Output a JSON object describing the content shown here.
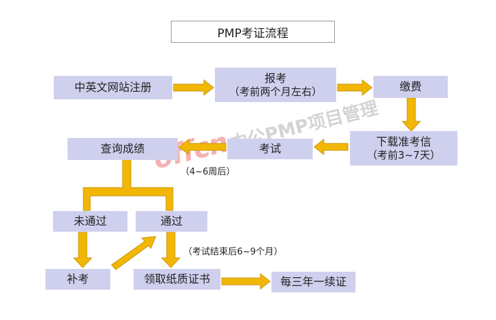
{
  "title": "PMP考证流程",
  "nodes": {
    "register_site": "中英文网站注册",
    "apply": "报考",
    "apply_note": "（考前两个月左右）",
    "pay": "缴费",
    "download": "下载准考信",
    "download_note": "（考前3~7天）",
    "exam": "考试",
    "check_result": "查询成绩",
    "fail": "未通过",
    "pass": "通过",
    "retake": "补考",
    "certificate": "领取纸质证书",
    "renew": "每三年一续证"
  },
  "notes": {
    "result_time": "（4~6周后）",
    "cert_time": "（考试结束后6~9个月）"
  },
  "watermark": {
    "logo": "offcn",
    "text": "中公PMP项目管理"
  },
  "colors": {
    "node_fill": "#cfd0ee",
    "arrow_fill": "#f2b705",
    "arrow_stroke": "#c9950a"
  }
}
